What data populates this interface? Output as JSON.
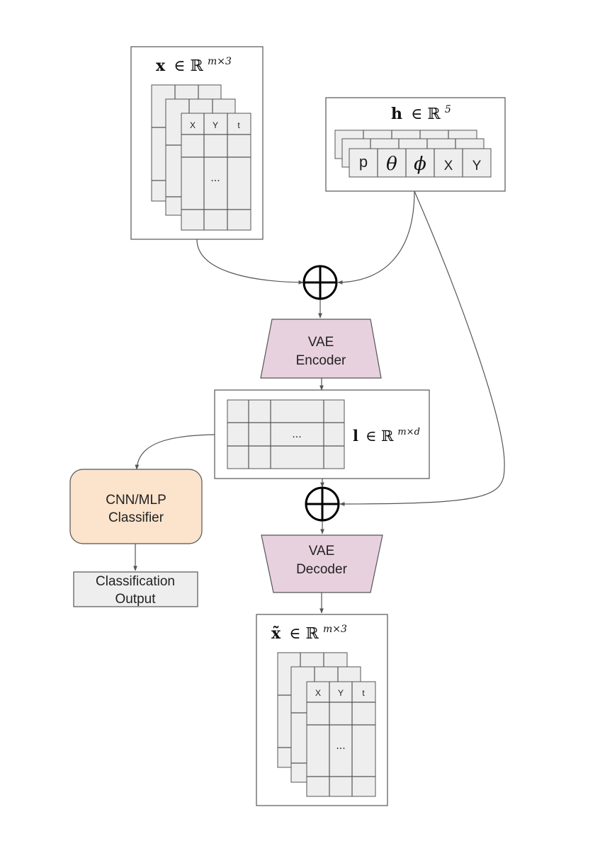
{
  "colors": {
    "encoder_fill": "#e8d1de",
    "decoder_fill": "#e8d1de",
    "classifier_fill": "#fbe3cc",
    "cell_fill": "#eeeeee",
    "line": "#555555"
  },
  "input_x": {
    "label_bold": "x",
    "label_rest": "∈ ℝ",
    "label_sup": "m×3",
    "columns": [
      "X",
      "Y",
      "t"
    ],
    "ellipsis": "..."
  },
  "input_h": {
    "label_bold": "h",
    "label_rest": "∈ ℝ",
    "label_sup": "5",
    "cells": [
      "p",
      "θ",
      "ϕ",
      "X",
      "Y"
    ]
  },
  "combine_symbol": "⊕",
  "encoder": {
    "line1": "VAE",
    "line2": "Encoder"
  },
  "latent": {
    "label_bold": "l",
    "label_rest": "∈ ℝ",
    "label_sup": "m×d",
    "ellipsis": "..."
  },
  "classifier": {
    "line1": "CNN/MLP",
    "line2": "Classifier"
  },
  "output": {
    "line1": "Classification",
    "line2": "Output"
  },
  "decoder": {
    "line1": "VAE",
    "line2": "Decoder"
  },
  "reconstruction": {
    "label_bold": "x̃",
    "label_rest": "∈ ℝ",
    "label_sup": "m×3",
    "columns": [
      "X",
      "Y",
      "t"
    ],
    "ellipsis": "..."
  }
}
